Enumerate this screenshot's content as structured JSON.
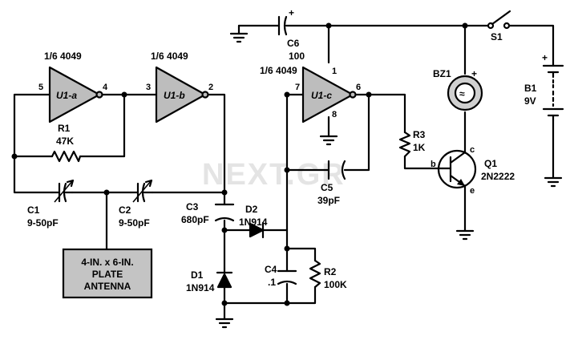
{
  "watermark": "NEXT.GR",
  "gates": {
    "u1a": {
      "name": "U1-a",
      "part": "1/6  4049",
      "pin_in": "5",
      "pin_out": "4"
    },
    "u1b": {
      "name": "U1-b",
      "part": "1/6  4049",
      "pin_in": "3",
      "pin_out": "2"
    },
    "u1c": {
      "name": "U1-c",
      "part": "1/6  4049",
      "pin_in": "7",
      "pin_out": "6",
      "pin_vdd": "1",
      "pin_vss": "8"
    }
  },
  "components": {
    "r1": {
      "ref": "R1",
      "value": "47K"
    },
    "r2": {
      "ref": "R2",
      "value": "100K"
    },
    "r3": {
      "ref": "R3",
      "value": "1K"
    },
    "c1": {
      "ref": "C1",
      "value": "9-50pF"
    },
    "c2": {
      "ref": "C2",
      "value": "9-50pF"
    },
    "c3": {
      "ref": "C3",
      "value": "680pF"
    },
    "c4": {
      "ref": "C4",
      "value": ".1"
    },
    "c5": {
      "ref": "C5",
      "value": "39pF"
    },
    "c6": {
      "ref": "C6",
      "value": "100",
      "polarity": "+"
    },
    "d1": {
      "ref": "D1",
      "value": "1N914"
    },
    "d2": {
      "ref": "D2",
      "value": "1N914"
    },
    "q1": {
      "ref": "Q1",
      "value": "2N2222",
      "pin_b": "b",
      "pin_c": "c",
      "pin_e": "e"
    },
    "bz1": {
      "ref": "BZ1",
      "polarity": "+",
      "symbol": "≈"
    },
    "s1": {
      "ref": "S1"
    },
    "b1": {
      "ref": "B1",
      "value": "9V",
      "polarity": "+"
    }
  },
  "antenna": {
    "line1": "4-IN. x 6-IN.",
    "line2": "PLATE",
    "line3": "ANTENNA"
  }
}
